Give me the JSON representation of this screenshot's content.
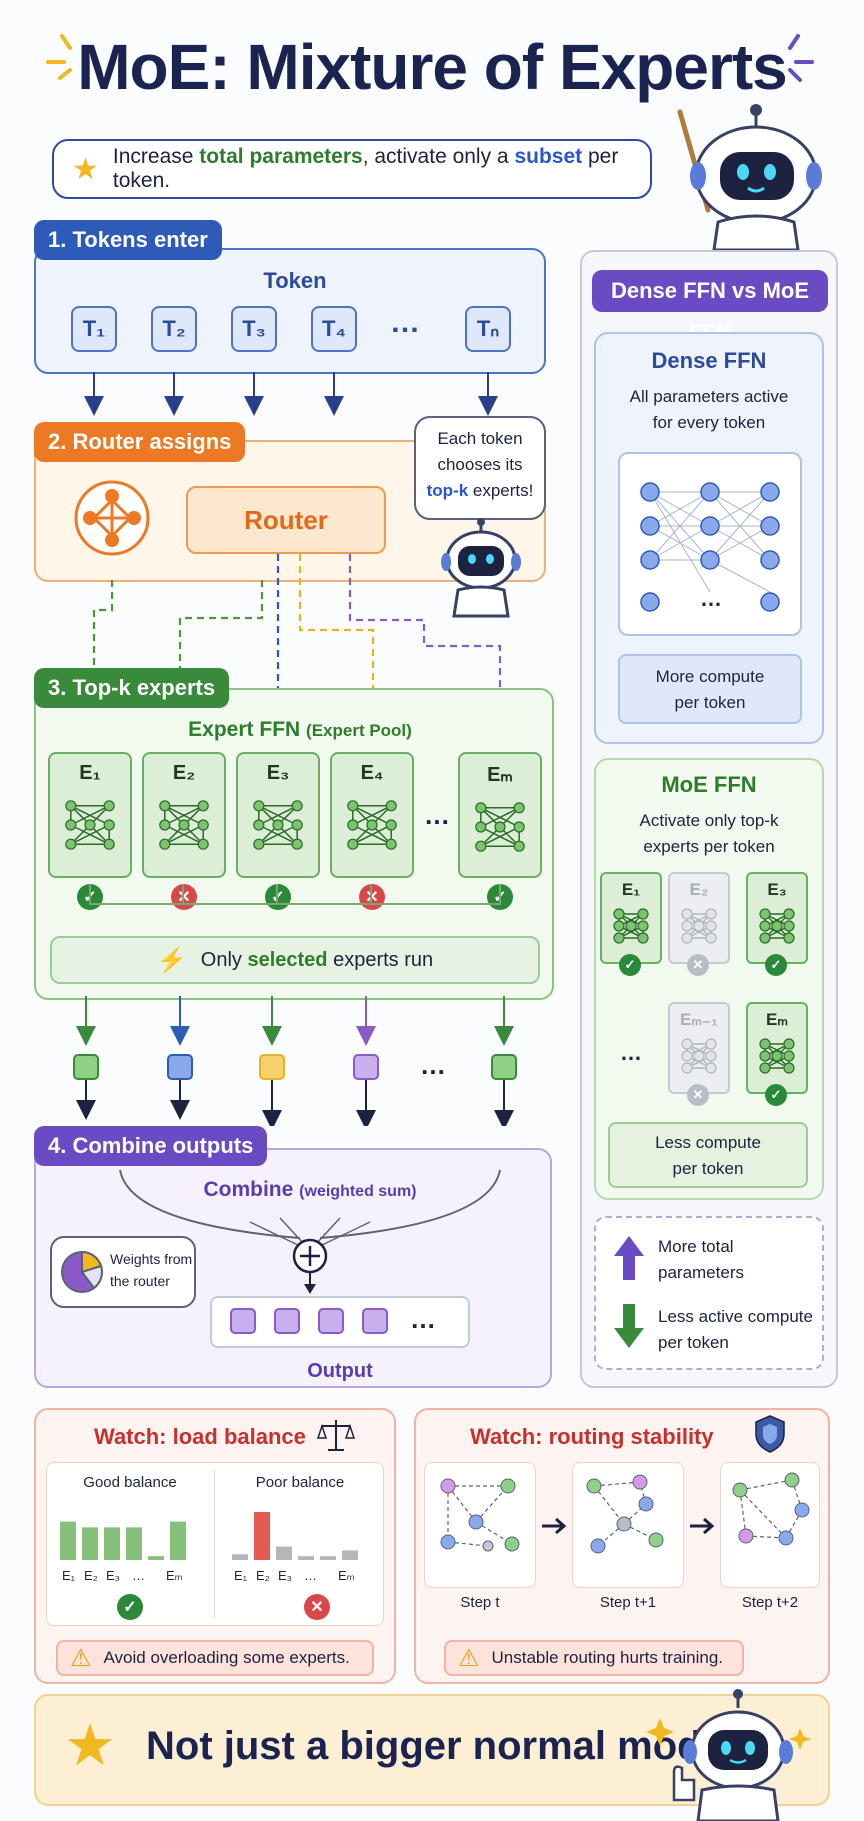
{
  "title": "MoE: Mixture of Experts",
  "subtitle": {
    "pre": "Increase ",
    "highlight1": "total parameters",
    "mid": ", activate only a ",
    "highlight2": "subset",
    "post": " per token."
  },
  "section1": {
    "label": "1. Tokens enter",
    "heading": "Token",
    "tokens": [
      "T₁",
      "T₂",
      "T₃",
      "T₄",
      "…",
      "Tₙ"
    ]
  },
  "section2": {
    "label": "2. Router assigns",
    "router": "Router",
    "bubble": {
      "line1": "Each token",
      "line2": "chooses its",
      "line3": "top-k",
      "line4": "experts!"
    }
  },
  "section3": {
    "label": "3. Top-k experts",
    "heading": "Expert FFN",
    "heading_sub": "(Expert Pool)",
    "experts": [
      "E₁",
      "E₂",
      "E₃",
      "E₄",
      "Eₘ"
    ],
    "ellipsis": "…",
    "note_pre": "Only ",
    "note_highlight": "selected",
    "note_post": " experts run"
  },
  "section4": {
    "label": "4. Combine outputs",
    "heading": "Combine",
    "heading_sub": "(weighted sum)",
    "weights_bubble": {
      "line1": "Weights from",
      "line2": "the router"
    },
    "output": "Output",
    "ellipsis": "…"
  },
  "right": {
    "title": "Dense FFN vs MoE FFN",
    "dense": {
      "heading": "Dense FFN",
      "desc1": "All parameters active",
      "desc2": "for every token",
      "ellipsis": "…",
      "note1": "More compute",
      "note2": "per token"
    },
    "moe": {
      "heading": "MoE FFN",
      "desc1": "Activate only top-k",
      "desc2": "experts per token",
      "experts": [
        "E₁",
        "E₂",
        "E₃",
        "Eₘ₋₁",
        "Eₘ"
      ],
      "ellipsis": "…",
      "note1": "Less compute",
      "note2": "per token"
    },
    "legend": {
      "up1": "More total",
      "up2": "parameters",
      "down1": "Less active compute",
      "down2": "per token"
    }
  },
  "watch_balance": {
    "title": "Watch: load balance",
    "good": "Good balance",
    "poor": "Poor balance",
    "good_values": [
      0.8,
      0.68,
      0.68,
      0.68,
      0.08,
      0.8
    ],
    "poor_values": [
      0.12,
      1.0,
      0.28,
      0.08,
      0.08,
      0.2
    ],
    "ticks": [
      "E₁",
      "E₂",
      "E₃",
      "…",
      "Eₘ"
    ],
    "warn": "Avoid overloading some experts."
  },
  "watch_routing": {
    "title": "Watch: routing stability",
    "steps": [
      "Step t",
      "Step t+1",
      "Step t+2"
    ],
    "warn": "Unstable routing hurts training."
  },
  "banner": "Not just a bigger normal model",
  "colors": {
    "blue": "#2f5bb8",
    "orange": "#ec7a25",
    "green": "#3a8a3c",
    "purple": "#6a4bc4",
    "red": "#c8302e"
  }
}
